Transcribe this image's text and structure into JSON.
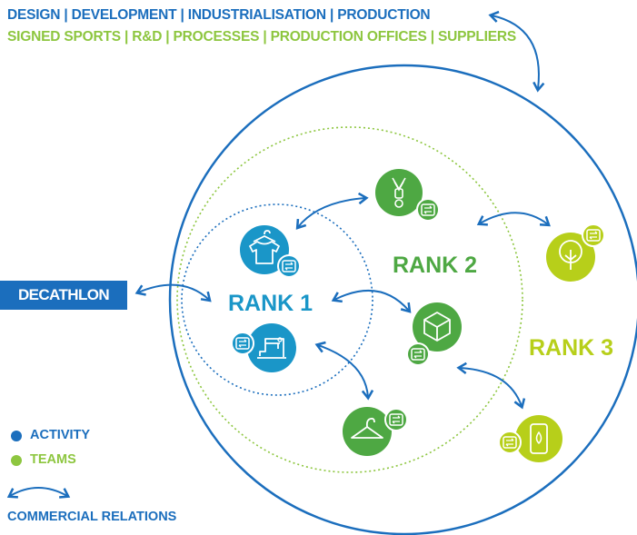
{
  "header": {
    "line1": "DESIGN | DEVELOPMENT | INDUSTRIALISATION | PRODUCTION",
    "line2": "SIGNED SPORTS | R&D | PROCESSES | PRODUCTION OFFICES | SUPPLIERS"
  },
  "brand": {
    "name": "DECATHLON"
  },
  "ranks": {
    "rank1": "RANK 1",
    "rank2": "RANK 2",
    "rank3": "RANK 3"
  },
  "legend": {
    "activity": "ACTIVITY",
    "teams": "TEAMS",
    "commercial_relations": "COMMERCIAL RELATIONS"
  },
  "colors": {
    "activity_blue": "#1b6ebd",
    "rank1_teal": "#1a96c8",
    "rank2_green": "#4ea843",
    "rank3_lime": "#b7cf1a",
    "teams_green": "#8dc63f"
  },
  "icons": {
    "rank1": [
      "tshirt-hanger-icon",
      "sewing-machine-icon"
    ],
    "rank2": [
      "zipper-icon",
      "box-icon",
      "clothes-hanger-icon"
    ],
    "rank3": [
      "tree-icon",
      "bottle-icon"
    ],
    "badge": "exchange-badge-icon"
  }
}
